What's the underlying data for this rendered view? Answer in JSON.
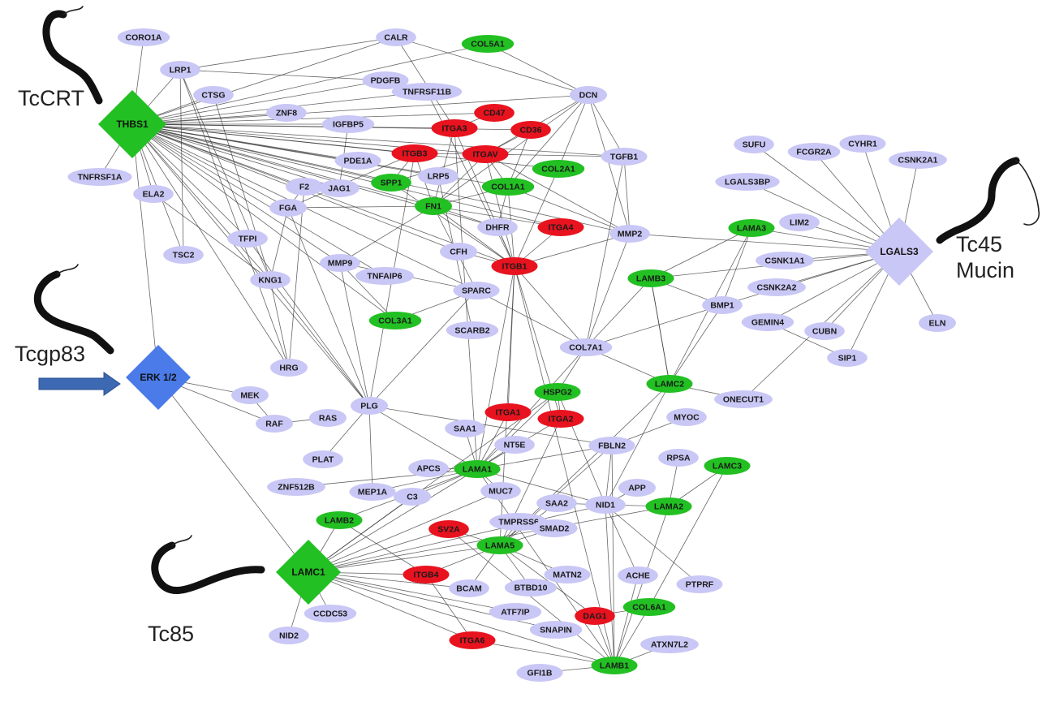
{
  "colors": {
    "lavender": "#c9c7f5",
    "green": "#22c022",
    "red": "#e8131f",
    "blue": "#4a7be8",
    "edge": "#333333",
    "arrow": "#3d69b3"
  },
  "parasites": [
    {
      "id": "tccrt",
      "lines": [
        "TcCRT"
      ]
    },
    {
      "id": "tcgp83",
      "lines": [
        "Tcgp83"
      ]
    },
    {
      "id": "tc85",
      "lines": [
        "Tc85"
      ]
    },
    {
      "id": "tc45",
      "lines": [
        "Tc45",
        "Mucin"
      ]
    }
  ],
  "hubs": [
    {
      "id": "THBS1",
      "label": "THBS1",
      "color": "green"
    },
    {
      "id": "ERK",
      "label": "ERK 1/2",
      "color": "blue"
    },
    {
      "id": "LAMC1",
      "label": "LAMC1",
      "color": "green"
    },
    {
      "id": "LGALS3",
      "label": "LGALS3",
      "color": "lavender"
    }
  ],
  "nodes": [
    {
      "id": "CORO1A",
      "label": "CORO1A",
      "color": "lavender"
    },
    {
      "id": "CALR",
      "label": "CALR",
      "color": "lavender"
    },
    {
      "id": "COL5A1",
      "label": "COL5A1",
      "color": "green"
    },
    {
      "id": "LRP1",
      "label": "LRP1",
      "color": "lavender"
    },
    {
      "id": "PDGFB",
      "label": "PDGFB",
      "color": "lavender"
    },
    {
      "id": "CTSG",
      "label": "CTSG",
      "color": "lavender"
    },
    {
      "id": "TNFRSF11B",
      "label": "TNFRSF11B",
      "color": "lavender"
    },
    {
      "id": "DCN",
      "label": "DCN",
      "color": "lavender"
    },
    {
      "id": "ZNF8",
      "label": "ZNF8",
      "color": "lavender"
    },
    {
      "id": "CD47",
      "label": "CD47",
      "color": "red"
    },
    {
      "id": "IGFBP5",
      "label": "IGFBP5",
      "color": "lavender"
    },
    {
      "id": "ITGA3",
      "label": "ITGA3",
      "color": "red"
    },
    {
      "id": "CD36",
      "label": "CD36",
      "color": "red"
    },
    {
      "id": "ITGAV",
      "label": "ITGAV",
      "color": "red"
    },
    {
      "id": "ITGB3",
      "label": "ITGB3",
      "color": "red"
    },
    {
      "id": "PDE1A",
      "label": "PDE1A",
      "color": "lavender"
    },
    {
      "id": "TGFB1",
      "label": "TGFB1",
      "color": "lavender"
    },
    {
      "id": "COL2A1",
      "label": "COL2A1",
      "color": "green"
    },
    {
      "id": "SPP1",
      "label": "SPP1",
      "color": "green"
    },
    {
      "id": "LRP5",
      "label": "LRP5",
      "color": "lavender"
    },
    {
      "id": "COL1A1",
      "label": "COL1A1",
      "color": "green"
    },
    {
      "id": "TNFRSF1A",
      "label": "TNFRSF1A",
      "color": "lavender"
    },
    {
      "id": "ELA2",
      "label": "ELA2",
      "color": "lavender"
    },
    {
      "id": "F2",
      "label": "F2",
      "color": "lavender"
    },
    {
      "id": "JAG1",
      "label": "JAG1",
      "color": "lavender"
    },
    {
      "id": "FGA",
      "label": "FGA",
      "color": "lavender"
    },
    {
      "id": "FN1",
      "label": "FN1",
      "color": "green"
    },
    {
      "id": "DHFR",
      "label": "DHFR",
      "color": "lavender"
    },
    {
      "id": "ITGA4",
      "label": "ITGA4",
      "color": "red"
    },
    {
      "id": "MMP2",
      "label": "MMP2",
      "color": "lavender"
    },
    {
      "id": "TFPI",
      "label": "TFPI",
      "color": "lavender"
    },
    {
      "id": "TSC2",
      "label": "TSC2",
      "color": "lavender"
    },
    {
      "id": "CFH",
      "label": "CFH",
      "color": "lavender"
    },
    {
      "id": "ITGB1",
      "label": "ITGB1",
      "color": "red"
    },
    {
      "id": "MMP9",
      "label": "MMP9",
      "color": "lavender"
    },
    {
      "id": "KNG1",
      "label": "KNG1",
      "color": "lavender"
    },
    {
      "id": "TNFAIP6",
      "label": "TNFAIP6",
      "color": "lavender"
    },
    {
      "id": "SPARC",
      "label": "SPARC",
      "color": "lavender"
    },
    {
      "id": "LAMB3",
      "label": "LAMB3",
      "color": "green"
    },
    {
      "id": "COL3A1",
      "label": "COL3A1",
      "color": "green"
    },
    {
      "id": "SCARB2",
      "label": "SCARB2",
      "color": "lavender"
    },
    {
      "id": "COL7A1",
      "label": "COL7A1",
      "color": "lavender"
    },
    {
      "id": "HRG",
      "label": "HRG",
      "color": "lavender"
    },
    {
      "id": "HSPG2",
      "label": "HSPG2",
      "color": "green"
    },
    {
      "id": "LAMC2",
      "label": "LAMC2",
      "color": "green"
    },
    {
      "id": "MEK",
      "label": "MEK",
      "color": "lavender"
    },
    {
      "id": "RAF",
      "label": "RAF",
      "color": "lavender"
    },
    {
      "id": "RAS",
      "label": "RAS",
      "color": "lavender"
    },
    {
      "id": "PLG",
      "label": "PLG",
      "color": "lavender"
    },
    {
      "id": "ITGA1",
      "label": "ITGA1",
      "color": "red"
    },
    {
      "id": "ITGA2",
      "label": "ITGA2",
      "color": "red"
    },
    {
      "id": "SAA1",
      "label": "SAA1",
      "color": "lavender"
    },
    {
      "id": "NT5E",
      "label": "NT5E",
      "color": "lavender"
    },
    {
      "id": "FBLN2",
      "label": "FBLN2",
      "color": "lavender"
    },
    {
      "id": "MYOC",
      "label": "MYOC",
      "color": "lavender"
    },
    {
      "id": "ONECUT1",
      "label": "ONECUT1",
      "color": "lavender"
    },
    {
      "id": "PLAT",
      "label": "PLAT",
      "color": "lavender"
    },
    {
      "id": "APCS",
      "label": "APCS",
      "color": "lavender"
    },
    {
      "id": "LAMA1",
      "label": "LAMA1",
      "color": "green"
    },
    {
      "id": "RPSA",
      "label": "RPSA",
      "color": "lavender"
    },
    {
      "id": "LAMC3",
      "label": "LAMC3",
      "color": "green"
    },
    {
      "id": "ZNF512B",
      "label": "ZNF512B",
      "color": "lavender"
    },
    {
      "id": "MEP1A",
      "label": "MEP1A",
      "color": "lavender"
    },
    {
      "id": "C3",
      "label": "C3",
      "color": "lavender"
    },
    {
      "id": "MUC7",
      "label": "MUC7",
      "color": "lavender"
    },
    {
      "id": "APP",
      "label": "APP",
      "color": "lavender"
    },
    {
      "id": "SAA2",
      "label": "SAA2",
      "color": "lavender"
    },
    {
      "id": "NID1",
      "label": "NID1",
      "color": "lavender"
    },
    {
      "id": "LAMA2",
      "label": "LAMA2",
      "color": "green"
    },
    {
      "id": "LAMB2",
      "label": "LAMB2",
      "color": "green"
    },
    {
      "id": "TMPRSS6",
      "label": "TMPRSS6",
      "color": "lavender"
    },
    {
      "id": "SV2A",
      "label": "SV2A",
      "color": "red"
    },
    {
      "id": "SMAD2",
      "label": "SMAD2",
      "color": "lavender"
    },
    {
      "id": "LAMA5",
      "label": "LAMA5",
      "color": "green"
    },
    {
      "id": "ITGB4",
      "label": "ITGB4",
      "color": "red"
    },
    {
      "id": "MATN2",
      "label": "MATN2",
      "color": "lavender"
    },
    {
      "id": "ACHE",
      "label": "ACHE",
      "color": "lavender"
    },
    {
      "id": "PTPRF",
      "label": "PTPRF",
      "color": "lavender"
    },
    {
      "id": "BCAM",
      "label": "BCAM",
      "color": "lavender"
    },
    {
      "id": "BTBD10",
      "label": "BTBD10",
      "color": "lavender"
    },
    {
      "id": "ATF7IP",
      "label": "ATF7IP",
      "color": "lavender"
    },
    {
      "id": "DAG1",
      "label": "DAG1",
      "color": "red"
    },
    {
      "id": "COL6A1",
      "label": "COL6A1",
      "color": "green"
    },
    {
      "id": "CCDC53",
      "label": "CCDC53",
      "color": "lavender"
    },
    {
      "id": "SNAPIN",
      "label": "SNAPIN",
      "color": "lavender"
    },
    {
      "id": "NID2",
      "label": "NID2",
      "color": "lavender"
    },
    {
      "id": "ITGA6",
      "label": "ITGA6",
      "color": "red"
    },
    {
      "id": "ATXN7L2",
      "label": "ATXN7L2",
      "color": "lavender"
    },
    {
      "id": "GFI1B",
      "label": "GFI1B",
      "color": "lavender"
    },
    {
      "id": "LAMB1",
      "label": "LAMB1",
      "color": "green"
    },
    {
      "id": "SUFU",
      "label": "SUFU",
      "color": "lavender"
    },
    {
      "id": "FCGR2A",
      "label": "FCGR2A",
      "color": "lavender"
    },
    {
      "id": "CYHR1",
      "label": "CYHR1",
      "color": "lavender"
    },
    {
      "id": "CSNK2A1",
      "label": "CSNK2A1",
      "color": "lavender"
    },
    {
      "id": "LGALS3BP",
      "label": "LGALS3BP",
      "color": "lavender"
    },
    {
      "id": "LIM2",
      "label": "LIM2",
      "color": "lavender"
    },
    {
      "id": "LAMA3",
      "label": "LAMA3",
      "color": "green"
    },
    {
      "id": "CSNK1A1",
      "label": "CSNK1A1",
      "color": "lavender"
    },
    {
      "id": "CSNK2A2",
      "label": "CSNK2A2",
      "color": "lavender"
    },
    {
      "id": "BMP1",
      "label": "BMP1",
      "color": "lavender"
    },
    {
      "id": "GEMIN4",
      "label": "GEMIN4",
      "color": "lavender"
    },
    {
      "id": "CUBN",
      "label": "CUBN",
      "color": "lavender"
    },
    {
      "id": "ELN",
      "label": "ELN",
      "color": "lavender"
    },
    {
      "id": "SIP1",
      "label": "SIP1",
      "color": "lavender"
    }
  ],
  "edges": [
    [
      "THBS1",
      "CORO1A"
    ],
    [
      "THBS1",
      "LRP1"
    ],
    [
      "THBS1",
      "CALR"
    ],
    [
      "THBS1",
      "COL5A1"
    ],
    [
      "THBS1",
      "PDGFB"
    ],
    [
      "THBS1",
      "CTSG"
    ],
    [
      "THBS1",
      "ZNF8"
    ],
    [
      "THBS1",
      "IGFBP5"
    ],
    [
      "THBS1",
      "TNFRSF11B"
    ],
    [
      "THBS1",
      "CD47"
    ],
    [
      "THBS1",
      "ITGA3"
    ],
    [
      "THBS1",
      "CD36"
    ],
    [
      "THBS1",
      "ITGAV"
    ],
    [
      "THBS1",
      "ITGB3"
    ],
    [
      "THBS1",
      "PDE1A"
    ],
    [
      "THBS1",
      "TGFB1"
    ],
    [
      "THBS1",
      "COL2A1"
    ],
    [
      "THBS1",
      "SPP1"
    ],
    [
      "THBS1",
      "LRP5"
    ],
    [
      "THBS1",
      "COL1A1"
    ],
    [
      "THBS1",
      "FN1"
    ],
    [
      "THBS1",
      "DHFR"
    ],
    [
      "THBS1",
      "MMP2"
    ],
    [
      "THBS1",
      "ITGA4"
    ],
    [
      "THBS1",
      "CFH"
    ],
    [
      "THBS1",
      "ITGB1"
    ],
    [
      "THBS1",
      "SPARC"
    ],
    [
      "THBS1",
      "MMP9"
    ],
    [
      "THBS1",
      "TNFAIP6"
    ],
    [
      "THBS1",
      "KNG1"
    ],
    [
      "THBS1",
      "TFPI"
    ],
    [
      "THBS1",
      "FGA"
    ],
    [
      "THBS1",
      "F2"
    ],
    [
      "THBS1",
      "JAG1"
    ],
    [
      "THBS1",
      "ELA2"
    ],
    [
      "THBS1",
      "TNFRSF1A"
    ],
    [
      "THBS1",
      "TSC2"
    ],
    [
      "THBS1",
      "HRG"
    ],
    [
      "THBS1",
      "PLG"
    ],
    [
      "THBS1",
      "ERK"
    ],
    [
      "THBS1",
      "DCN"
    ],
    [
      "THBS1",
      "COL3A1"
    ],
    [
      "LRP1",
      "CALR"
    ],
    [
      "LRP1",
      "PDGFB"
    ],
    [
      "LRP1",
      "KNG1"
    ],
    [
      "LRP1",
      "TSC2"
    ],
    [
      "LRP1",
      "HRG"
    ],
    [
      "CALR",
      "ITGA3"
    ],
    [
      "CALR",
      "DCN"
    ],
    [
      "COL5A1",
      "DCN"
    ],
    [
      "TNFRSF11B",
      "ITGB1"
    ],
    [
      "DCN",
      "ITGAV"
    ],
    [
      "DCN",
      "TGFB1"
    ],
    [
      "DCN",
      "MMP2"
    ],
    [
      "DCN",
      "COL1A1"
    ],
    [
      "DCN",
      "COL2A1"
    ],
    [
      "DCN",
      "FN1"
    ],
    [
      "ITGA3",
      "CD47"
    ],
    [
      "ITGA3",
      "FN1"
    ],
    [
      "ITGA3",
      "LAMA1"
    ],
    [
      "ITGA3",
      "ITGB1"
    ],
    [
      "CD36",
      "ITGAV"
    ],
    [
      "CD36",
      "COL1A1"
    ],
    [
      "ITGAV",
      "FN1"
    ],
    [
      "ITGAV",
      "ITGB3"
    ],
    [
      "ITGAV",
      "SPP1"
    ],
    [
      "ITGAV",
      "ITGB1"
    ],
    [
      "ITGAV",
      "TGFB1"
    ],
    [
      "ITGAV",
      "COL1A1"
    ],
    [
      "ITGAV",
      "MMP2"
    ],
    [
      "ITGB3",
      "FN1"
    ],
    [
      "ITGB3",
      "SPP1"
    ],
    [
      "ITGB3",
      "FGA"
    ],
    [
      "ITGB3",
      "PLG"
    ],
    [
      "FN1",
      "COL1A1"
    ],
    [
      "FN1",
      "ITGB1"
    ],
    [
      "FN1",
      "SPARC"
    ],
    [
      "FN1",
      "FGA"
    ],
    [
      "FN1",
      "DHFR"
    ],
    [
      "FN1",
      "ITGA4"
    ],
    [
      "FN1",
      "MMP9"
    ],
    [
      "COL1A1",
      "DHFR"
    ],
    [
      "COL1A1",
      "MMP2"
    ],
    [
      "COL1A1",
      "ITGB1"
    ],
    [
      "COL2A1",
      "ITGB1"
    ],
    [
      "TGFB1",
      "MMP2"
    ],
    [
      "TGFB1",
      "COL7A1"
    ],
    [
      "MMP2",
      "LGALS3"
    ],
    [
      "MMP2",
      "ITGB1"
    ],
    [
      "MMP2",
      "COL7A1"
    ],
    [
      "DHFR",
      "ITGB1"
    ],
    [
      "ITGA4",
      "ITGB1"
    ],
    [
      "ITGB1",
      "LAMB1"
    ],
    [
      "ITGB1",
      "LAMA1"
    ],
    [
      "ITGB1",
      "SPP1"
    ],
    [
      "ITGB1",
      "COL7A1"
    ],
    [
      "ITGB1",
      "LAMA5"
    ],
    [
      "SPARC",
      "COL7A1"
    ],
    [
      "SPARC",
      "PLG"
    ],
    [
      "SPARC",
      "COL3A1"
    ],
    [
      "MMP9",
      "SPARC"
    ],
    [
      "MMP9",
      "COL3A1"
    ],
    [
      "MMP9",
      "PLG"
    ],
    [
      "KNG1",
      "HRG"
    ],
    [
      "KNG1",
      "FGA"
    ],
    [
      "KNG1",
      "PLG"
    ],
    [
      "TFPI",
      "PLG"
    ],
    [
      "F2",
      "FGA"
    ],
    [
      "F2",
      "HRG"
    ],
    [
      "JAG1",
      "IGFBP5"
    ],
    [
      "ELA2",
      "KNG1"
    ],
    [
      "FGA",
      "PLG"
    ],
    [
      "CTSG",
      "KNG1"
    ],
    [
      "CFH",
      "ITGB1"
    ],
    [
      "SCARB2",
      "LRP5"
    ],
    [
      "ERK",
      "MEK"
    ],
    [
      "ERK",
      "LAMC1"
    ],
    [
      "ERK",
      "RAF"
    ],
    [
      "MEK",
      "RAF"
    ],
    [
      "RAF",
      "RAS"
    ],
    [
      "PLG",
      "LAMA1"
    ],
    [
      "PLG",
      "PLAT"
    ],
    [
      "PLG",
      "MEP1A"
    ],
    [
      "PLG",
      "FBLN2"
    ],
    [
      "LAMB3",
      "LAMA3"
    ],
    [
      "LAMB3",
      "LAMC2"
    ],
    [
      "LAMB3",
      "COL7A1"
    ],
    [
      "LAMB3",
      "BMP1"
    ],
    [
      "COL7A1",
      "LAMC2"
    ],
    [
      "COL7A1",
      "LAMA1"
    ],
    [
      "COL7A1",
      "HSPG2"
    ],
    [
      "HSPG2",
      "LAMA1"
    ],
    [
      "HSPG2",
      "NID1"
    ],
    [
      "HSPG2",
      "ITGA2"
    ],
    [
      "HSPG2",
      "LAMC1"
    ],
    [
      "LAMC2",
      "LAMA3"
    ],
    [
      "LAMC2",
      "LAMB3"
    ],
    [
      "LAMC2",
      "NID1"
    ],
    [
      "LAMC2",
      "ONECUT1"
    ],
    [
      "LAMC2",
      "LAMA5"
    ],
    [
      "ITGA1",
      "LAMA1"
    ],
    [
      "ITGA1",
      "ITGB1"
    ],
    [
      "ITGA2",
      "LAMA1"
    ],
    [
      "ITGA2",
      "ITGB1"
    ],
    [
      "ITGA2",
      "LAMA5"
    ],
    [
      "LAMA1",
      "APCS"
    ],
    [
      "LAMA1",
      "SAA1"
    ],
    [
      "LAMA1",
      "NT5E"
    ],
    [
      "LAMA1",
      "C3"
    ],
    [
      "LAMA1",
      "MEP1A"
    ],
    [
      "LAMA1",
      "FBLN2"
    ],
    [
      "LAMA1",
      "NID1"
    ],
    [
      "LAMA1",
      "LAMB1"
    ],
    [
      "LAMA1",
      "LAMC1"
    ],
    [
      "LAMA1",
      "MUC7"
    ],
    [
      "LAMA1",
      "LAMB2"
    ],
    [
      "LAMA1",
      "ZNF512B"
    ],
    [
      "FBLN2",
      "NID1"
    ],
    [
      "FBLN2",
      "LAMA5"
    ],
    [
      "FBLN2",
      "LAMB1"
    ],
    [
      "NID1",
      "APP"
    ],
    [
      "NID1",
      "LAMA2"
    ],
    [
      "NID1",
      "LAMC1"
    ],
    [
      "NID1",
      "ACHE"
    ],
    [
      "NID1",
      "SAA2"
    ],
    [
      "NID1",
      "LAMB1"
    ],
    [
      "LAMA2",
      "RPSA"
    ],
    [
      "LAMA2",
      "LAMB1"
    ],
    [
      "LAMA2",
      "LAMC3"
    ],
    [
      "LAMC3",
      "COL6A1"
    ],
    [
      "COL6A1",
      "LAMB1"
    ],
    [
      "COL6A1",
      "DAG1"
    ],
    [
      "LAMA5",
      "LAMC1"
    ],
    [
      "LAMA5",
      "SV2A"
    ],
    [
      "LAMA5",
      "TMPRSS6"
    ],
    [
      "LAMA5",
      "BCAM"
    ],
    [
      "LAMA5",
      "BTBD10"
    ],
    [
      "LAMA5",
      "ITGB4"
    ],
    [
      "LAMA5",
      "DAG1"
    ],
    [
      "LAMA5",
      "SMAD2"
    ],
    [
      "LAMA5",
      "MATN2"
    ],
    [
      "LAMA5",
      "SAA2"
    ],
    [
      "LAMC1",
      "LAMB2"
    ],
    [
      "LAMC1",
      "ITGB4"
    ],
    [
      "LAMC1",
      "ITGA6"
    ],
    [
      "LAMC1",
      "BCAM"
    ],
    [
      "LAMC1",
      "ATF7IP"
    ],
    [
      "LAMC1",
      "SNAPIN"
    ],
    [
      "LAMC1",
      "LAMB1"
    ],
    [
      "LAMC1",
      "CCDC53"
    ],
    [
      "LAMC1",
      "NID2"
    ],
    [
      "LAMC1",
      "C3"
    ],
    [
      "LAMC1",
      "SV2A"
    ],
    [
      "LAMC1",
      "MUC7"
    ],
    [
      "LAMC1",
      "LAMA2"
    ],
    [
      "ITGB4",
      "ITGA6"
    ],
    [
      "ITGA6",
      "LAMB1"
    ],
    [
      "DAG1",
      "LAMB1"
    ],
    [
      "LAMB1",
      "GFI1B"
    ],
    [
      "LAMB1",
      "ATXN7L2"
    ],
    [
      "LAMB1",
      "ACHE"
    ],
    [
      "ITGB4",
      "LAMB2"
    ],
    [
      "PTPRF",
      "NID1"
    ],
    [
      "MYOC",
      "FBLN2"
    ],
    [
      "SV2A",
      "LAMB1"
    ],
    [
      "LGALS3",
      "SUFU"
    ],
    [
      "LGALS3",
      "FCGR2A"
    ],
    [
      "LGALS3",
      "CYHR1"
    ],
    [
      "LGALS3",
      "CSNK2A1"
    ],
    [
      "LGALS3",
      "LGALS3BP"
    ],
    [
      "LGALS3",
      "LIM2"
    ],
    [
      "LGALS3",
      "LAMA3"
    ],
    [
      "LGALS3",
      "CSNK1A1"
    ],
    [
      "LGALS3",
      "CSNK2A2"
    ],
    [
      "LGALS3",
      "BMP1"
    ],
    [
      "LGALS3",
      "GEMIN4"
    ],
    [
      "LGALS3",
      "CUBN"
    ],
    [
      "LGALS3",
      "ELN"
    ],
    [
      "LGALS3",
      "SIP1"
    ],
    [
      "LGALS3",
      "ONECUT1"
    ],
    [
      "LGALS3",
      "LAMB3"
    ],
    [
      "GEMIN4",
      "SIP1"
    ],
    [
      "BMP1",
      "LAMC2"
    ],
    [
      "BMP1",
      "COL7A1"
    ],
    [
      "BMP1",
      "LAMA3"
    ]
  ]
}
